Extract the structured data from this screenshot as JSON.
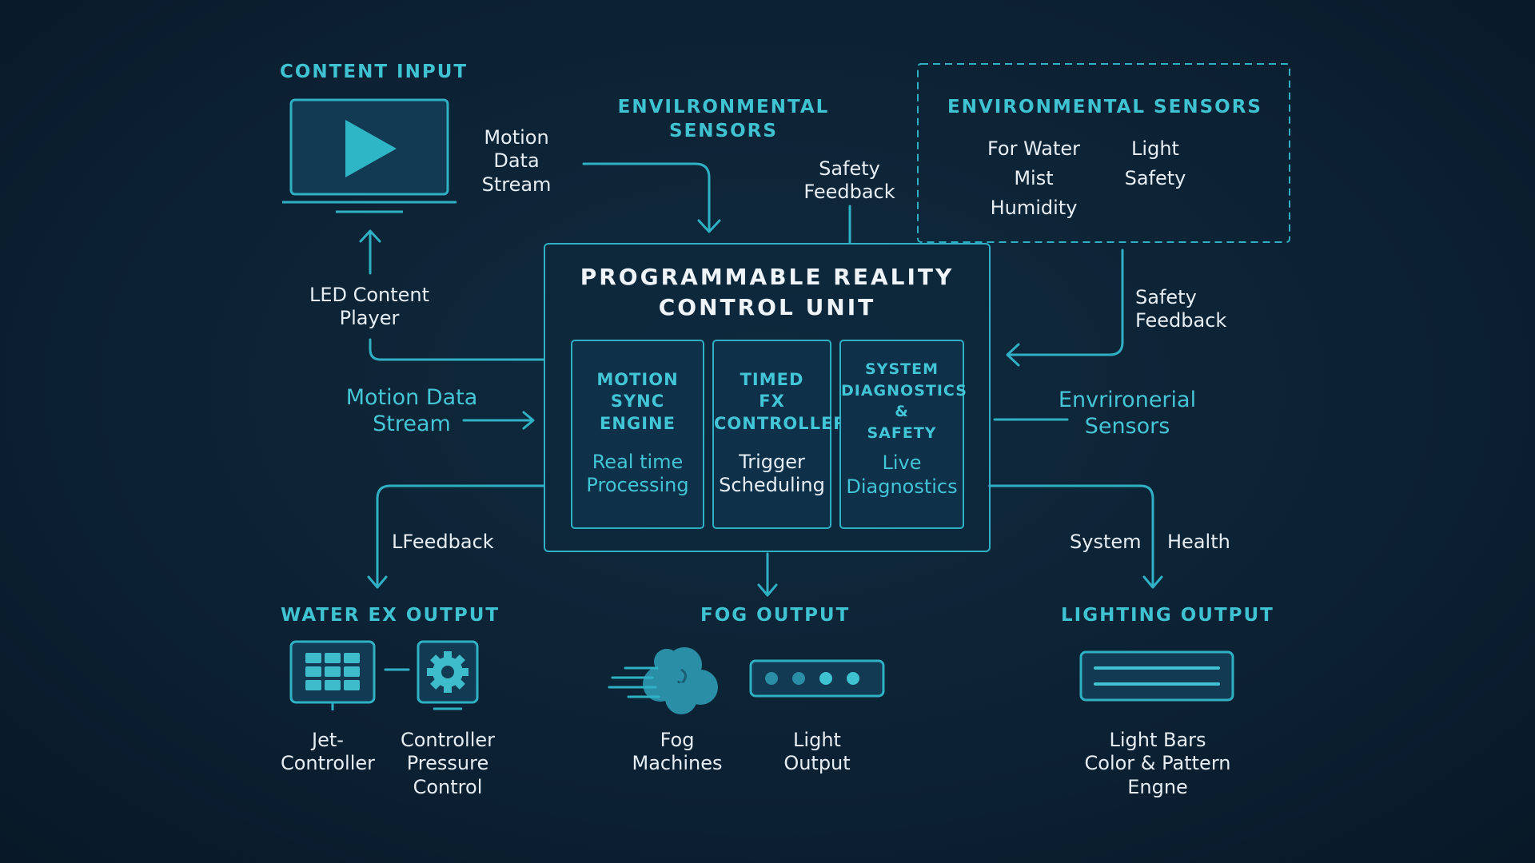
{
  "palette": {
    "background": "#0c2234",
    "accent": "#2fb0c4",
    "heading": "#3fc3d2",
    "text": "#e6eef4"
  },
  "content_input": {
    "title": "CONTENT INPUT",
    "motion_label": "Motion\nData Stream",
    "led_label": "LED Content\nPlayer",
    "icon": "play-screen-icon"
  },
  "env_sensors_top": {
    "title": "ENVILRONMENTAL\nSENSORS"
  },
  "safety_feedback_top": "Safety\nFeedback",
  "env_sensors_box": {
    "title": "ENVIRONMENTAL SENSORS",
    "items_left": "For Water\nMist\nHumidity",
    "items_right": "Light\nSafety"
  },
  "safety_feedback_right": "Safety\nFeedback",
  "control_unit": {
    "title": "PROGRAMMABLE REALITY\nCONTROL UNIT",
    "modules": [
      {
        "title": "MOTION\nSYNC\nENGINE",
        "desc": "Real time\nProcessing"
      },
      {
        "title": "TIMED\nFX\nCONTROLLER",
        "desc": "Trigger\nScheduling"
      },
      {
        "title": "SYSTEM\nDIAGNOSTICS\n&\nSAFETY",
        "desc": "Live\nDiagnostics"
      }
    ]
  },
  "motion_stream_left": "Motion Data\nStream",
  "env_sensors_right": "Envrironerial\nSensors",
  "lfeedback": "LFeedback",
  "system_label": "System",
  "health_label": "Health",
  "water_output": {
    "title": "WATER EX OUTPUT",
    "items": [
      {
        "label": "Jet-\nController",
        "icon": "grid-panel-icon"
      },
      {
        "label": "Controller\nPressure\nControl",
        "icon": "gear-icon"
      }
    ]
  },
  "fog_output": {
    "title": "FOG OUTPUT",
    "items": [
      {
        "label": "Fog\nMachines",
        "icon": "fog-cloud-icon"
      },
      {
        "label": "Light\nOutput",
        "icon": "light-dots-icon"
      }
    ]
  },
  "lighting_output": {
    "title": "LIGHTING OUTPUT",
    "items": [
      {
        "label": "Light Bars\nColor & Pattern Engne",
        "icon": "light-bars-icon"
      }
    ]
  }
}
